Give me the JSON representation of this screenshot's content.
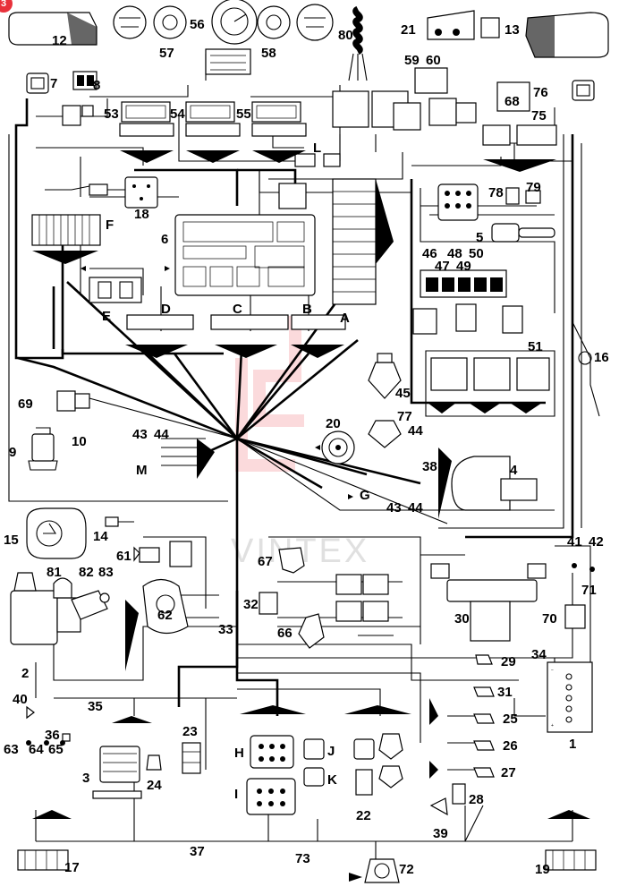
{
  "badge": "3",
  "watermark": "VINTEX",
  "components": {
    "n1": "1",
    "n2": "2",
    "n3": "3",
    "n4": "4",
    "n5": "5",
    "n6": "6",
    "n7": "7",
    "n8": "8",
    "n9": "9",
    "n10": "10",
    "n12": "12",
    "n13": "13",
    "n14": "14",
    "n15": "15",
    "n16": "16",
    "n17": "17",
    "n18": "18",
    "n19": "19",
    "n20": "20",
    "n21": "21",
    "n22": "22",
    "n23": "23",
    "n24": "24",
    "n25": "25",
    "n26": "26",
    "n27": "27",
    "n28": "28",
    "n29": "29",
    "n30": "30",
    "n31": "31",
    "n32": "32",
    "n33": "33",
    "n34": "34",
    "n35": "35",
    "n36": "36",
    "n37": "37",
    "n38": "38",
    "n39": "39",
    "n40": "40",
    "n41": "41",
    "n42": "42",
    "n43a": "43",
    "n43b": "43",
    "n44a": "44",
    "n44b": "44",
    "n44c": "44",
    "n45": "45",
    "n46": "46",
    "n47": "47",
    "n48": "48",
    "n49": "49",
    "n50": "50",
    "n51": "51",
    "n53": "53",
    "n54": "54",
    "n55": "55",
    "n56": "56",
    "n57": "57",
    "n58": "58",
    "n59": "59",
    "n60": "60",
    "n61": "61",
    "n62": "62",
    "n63": "63",
    "n64": "64",
    "n65": "65",
    "n66": "66",
    "n67": "67",
    "n68": "68",
    "n69": "69",
    "n70": "70",
    "n71": "71",
    "n72": "72",
    "n73": "73",
    "n75": "75",
    "n76": "76",
    "n77": "77",
    "n78": "78",
    "n79": "79",
    "n80": "80",
    "n81": "81",
    "n82": "82",
    "n83": "83"
  },
  "connectors": {
    "A": "A",
    "B": "B",
    "C": "C",
    "D": "D",
    "E": "E",
    "F": "F",
    "G": "G",
    "H": "H",
    "I": "I",
    "J": "J",
    "K": "K",
    "L": "L",
    "M": "M"
  }
}
